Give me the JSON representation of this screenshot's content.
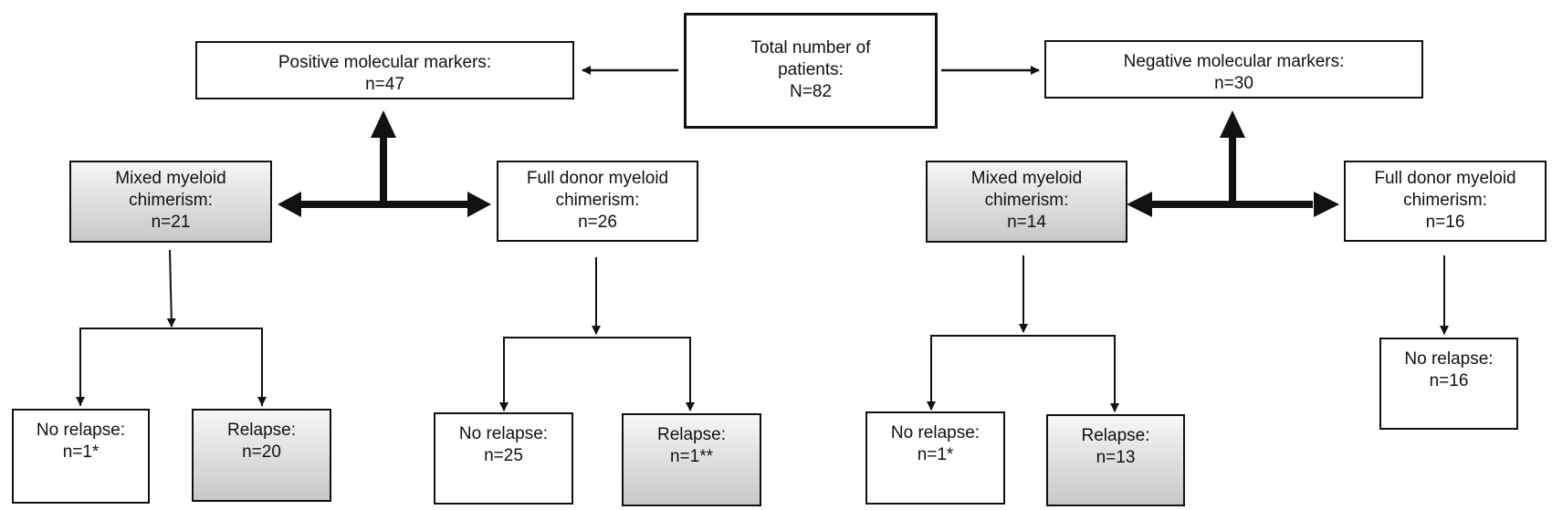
{
  "total": {
    "title": "Total number of patients:",
    "line1": "Total number of",
    "line2": "patients:",
    "count": "N=82"
  },
  "left": {
    "group": {
      "title": "Positive molecular markers:",
      "count": "n=47"
    },
    "mixed": {
      "line1": "Mixed myeloid",
      "line2": "chimerism:",
      "count": "n=21",
      "no_relapse": {
        "label": "No relapse:",
        "count": "n=1*"
      },
      "relapse": {
        "label": "Relapse:",
        "count": "n=20"
      }
    },
    "full": {
      "line1": "Full donor myeloid",
      "line2": "chimerism:",
      "count": "n=26",
      "no_relapse": {
        "label": "No relapse:",
        "count": "n=25"
      },
      "relapse": {
        "label": "Relapse:",
        "count": "n=1**"
      }
    }
  },
  "right": {
    "group": {
      "title": "Negative molecular markers:",
      "count": "n=30"
    },
    "mixed": {
      "line1": "Mixed myeloid",
      "line2": "chimerism:",
      "count": "n=14",
      "no_relapse": {
        "label": "No relapse:",
        "count": "n=1*"
      },
      "relapse": {
        "label": "Relapse:",
        "count": "n=13"
      }
    },
    "full": {
      "line1": "Full donor myeloid",
      "line2": "chimerism:",
      "count": "n=16",
      "no_relapse": {
        "label": "No relapse:",
        "count": "n=16"
      }
    }
  },
  "colors": {
    "stroke": "#111111",
    "shade_top": "#f6f6f6",
    "shade_bottom": "#c8c8c8"
  }
}
